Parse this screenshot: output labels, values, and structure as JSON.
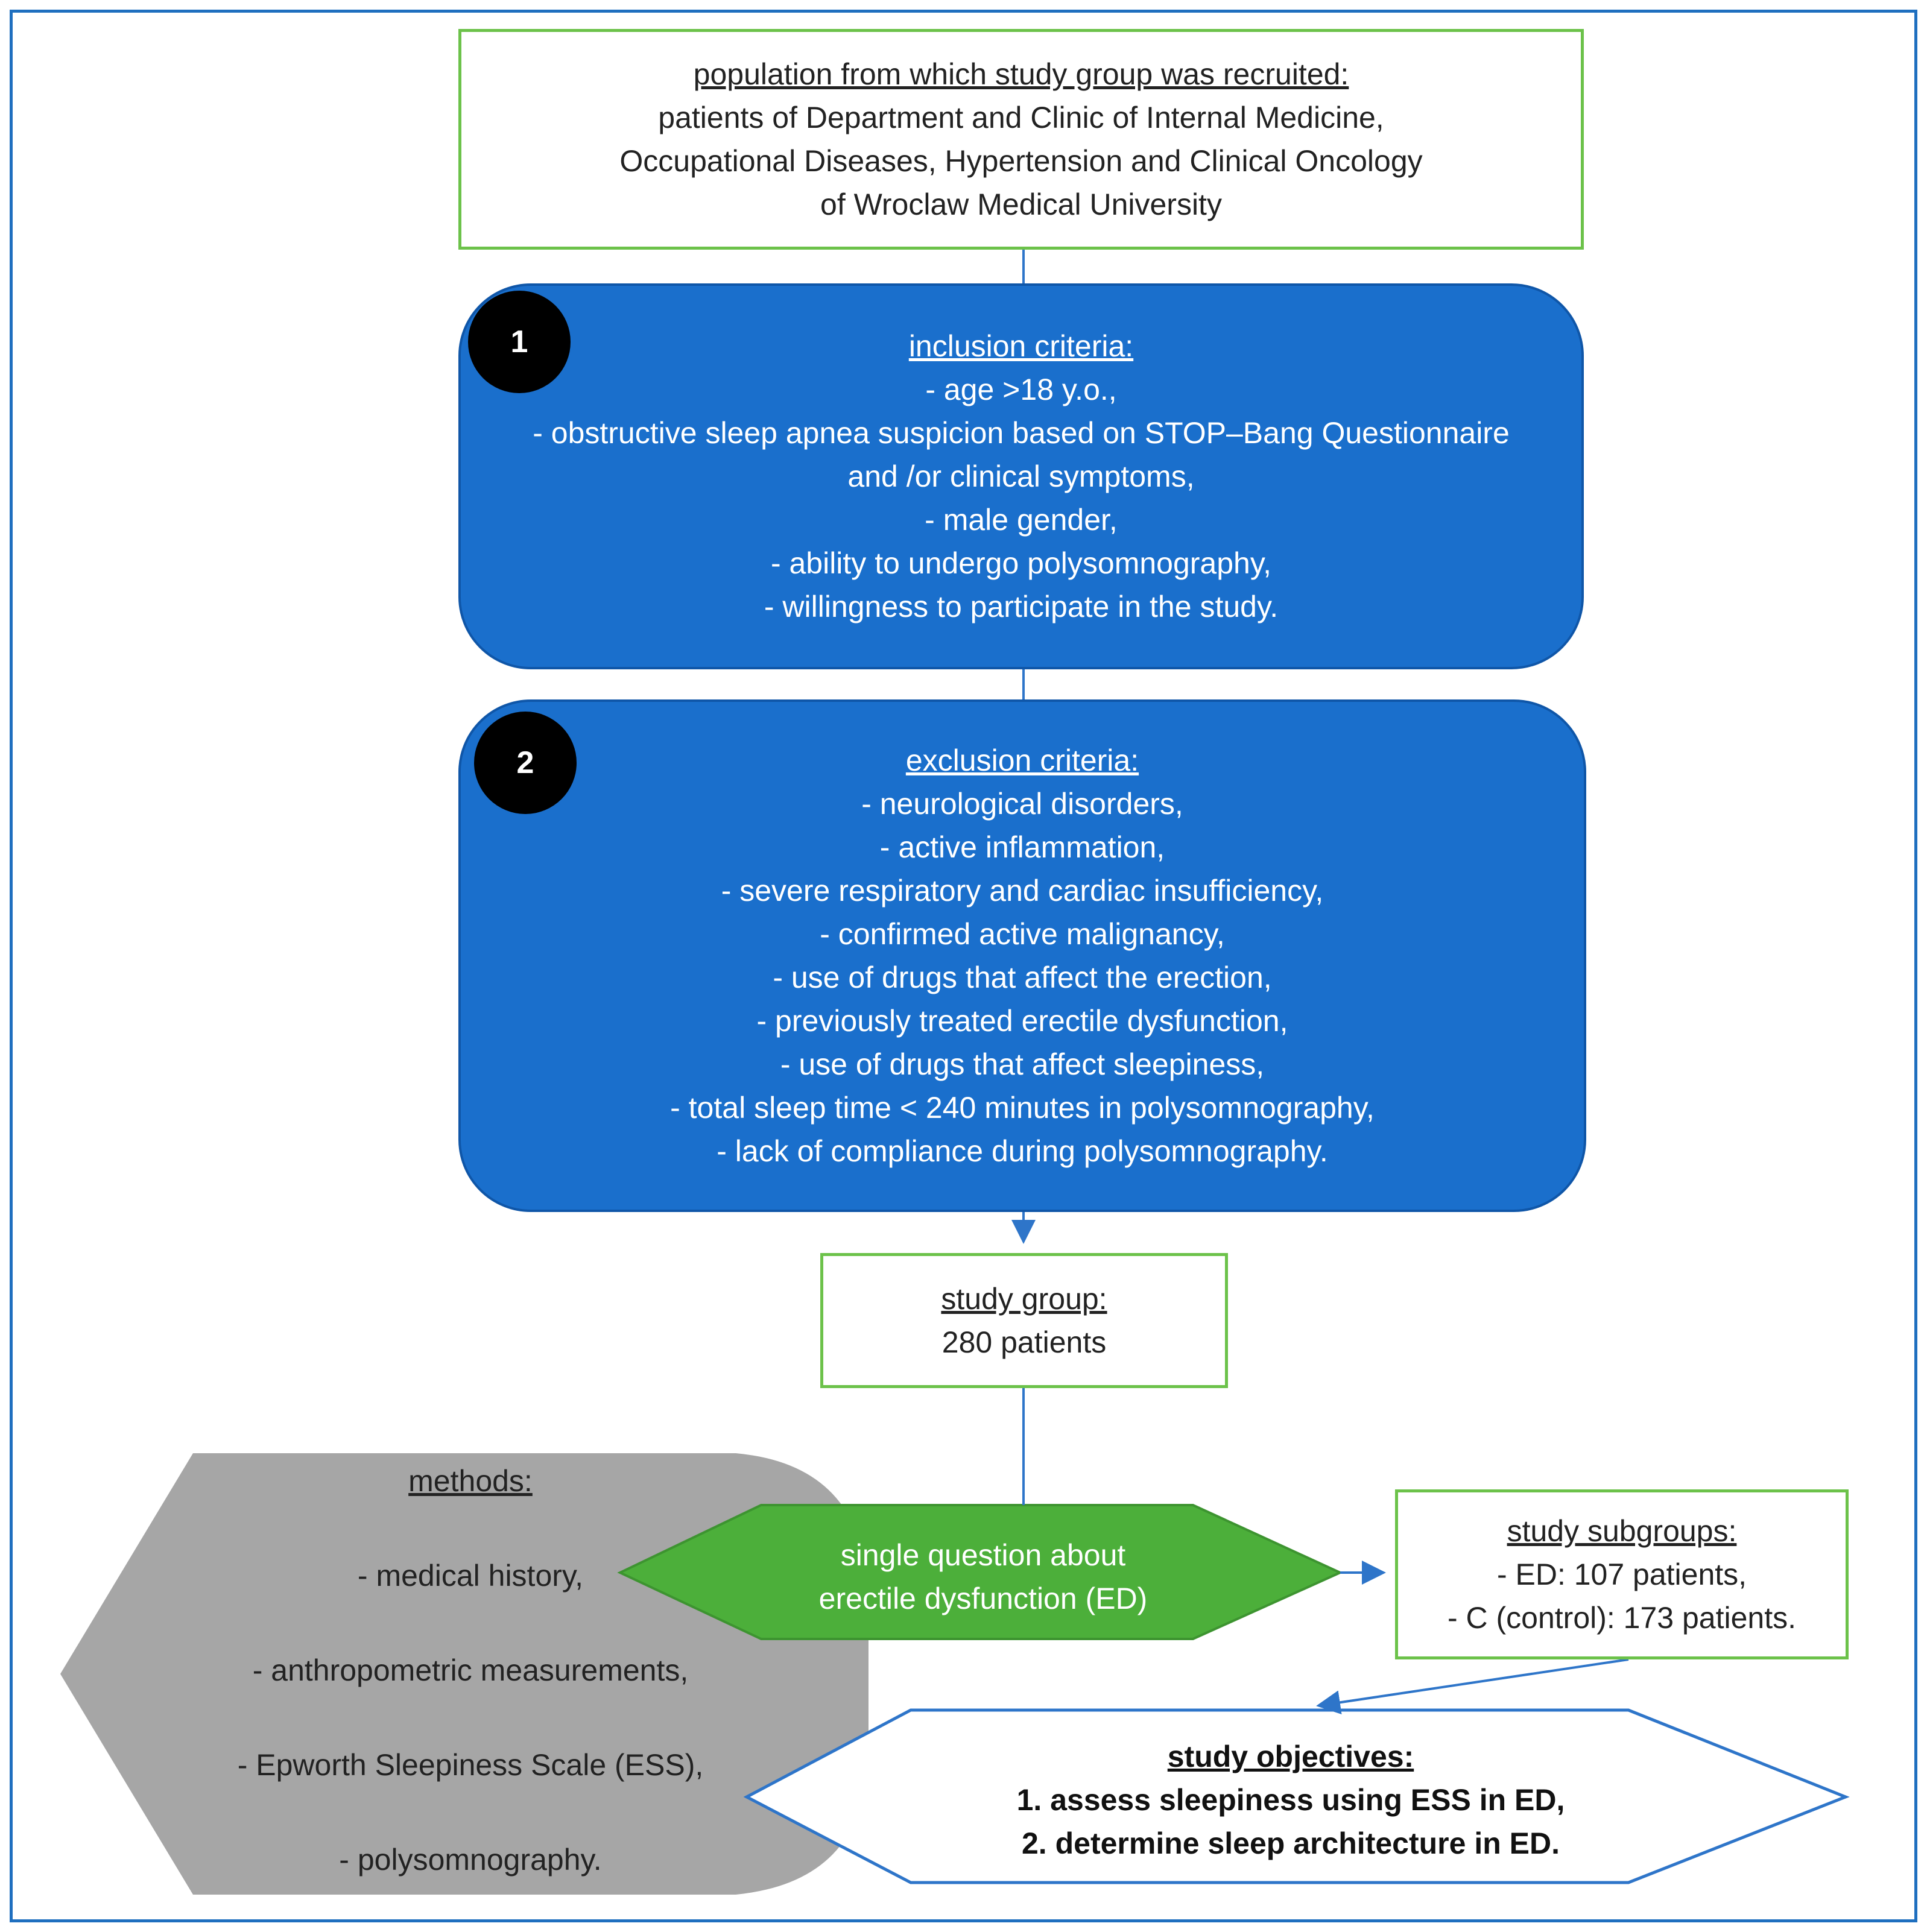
{
  "diagram": {
    "population": {
      "heading": "population from which study group was recruited:",
      "lines": [
        "patients of Department and Clinic of Internal Medicine,",
        "Occupational Diseases, Hypertension and Clinical Oncology",
        "of Wroclaw Medical University"
      ]
    },
    "inclusion": {
      "badge": "1",
      "heading": "inclusion criteria:",
      "lines": [
        "- age >18 y.o.,",
        "- obstructive sleep apnea suspicion based on STOP–Bang Questionnaire",
        "and /or clinical symptoms,",
        "- male gender,",
        "- ability to undergo polysomnography,",
        "- willingness to participate in the study."
      ]
    },
    "exclusion": {
      "badge": "2",
      "heading": "exclusion criteria:",
      "lines": [
        "- neurological disorders,",
        "- active inflammation,",
        "- severe respiratory and cardiac insufficiency,",
        "- confirmed active malignancy,",
        "- use of drugs that affect the erection,",
        "- previously treated erectile dysfunction,",
        "- use of drugs that affect sleepiness,",
        "- total sleep time < 240 minutes in polysomnography,",
        "- lack of compliance during polysomnography."
      ]
    },
    "study_group": {
      "heading": "study group:",
      "lines": [
        "280 patients"
      ]
    },
    "methods": {
      "heading": "methods:",
      "lines": [
        "- medical history,",
        "- anthropometric measurements,",
        "- Epworth Sleepiness Scale (ESS),",
        "- polysomnography."
      ]
    },
    "question": {
      "lines": [
        "single question about",
        "erectile dysfunction (ED)"
      ]
    },
    "subgroups": {
      "heading": "study subgroups:",
      "lines": [
        "- ED: 107 patients,",
        "- C (control): 173 patients."
      ]
    },
    "objectives": {
      "heading": "study objectives:",
      "lines": [
        "1. assess sleepiness using ESS in ED,",
        "2. determine sleep architecture in ED."
      ]
    }
  },
  "colors": {
    "frame": "#1f6fbf",
    "box_border_green": "#6cc24a",
    "criteria_fill": "#1a6fcc",
    "question_fill": "#4caf3a",
    "methods_fill": "#a6a6a6",
    "connector": "#2e75c9"
  }
}
